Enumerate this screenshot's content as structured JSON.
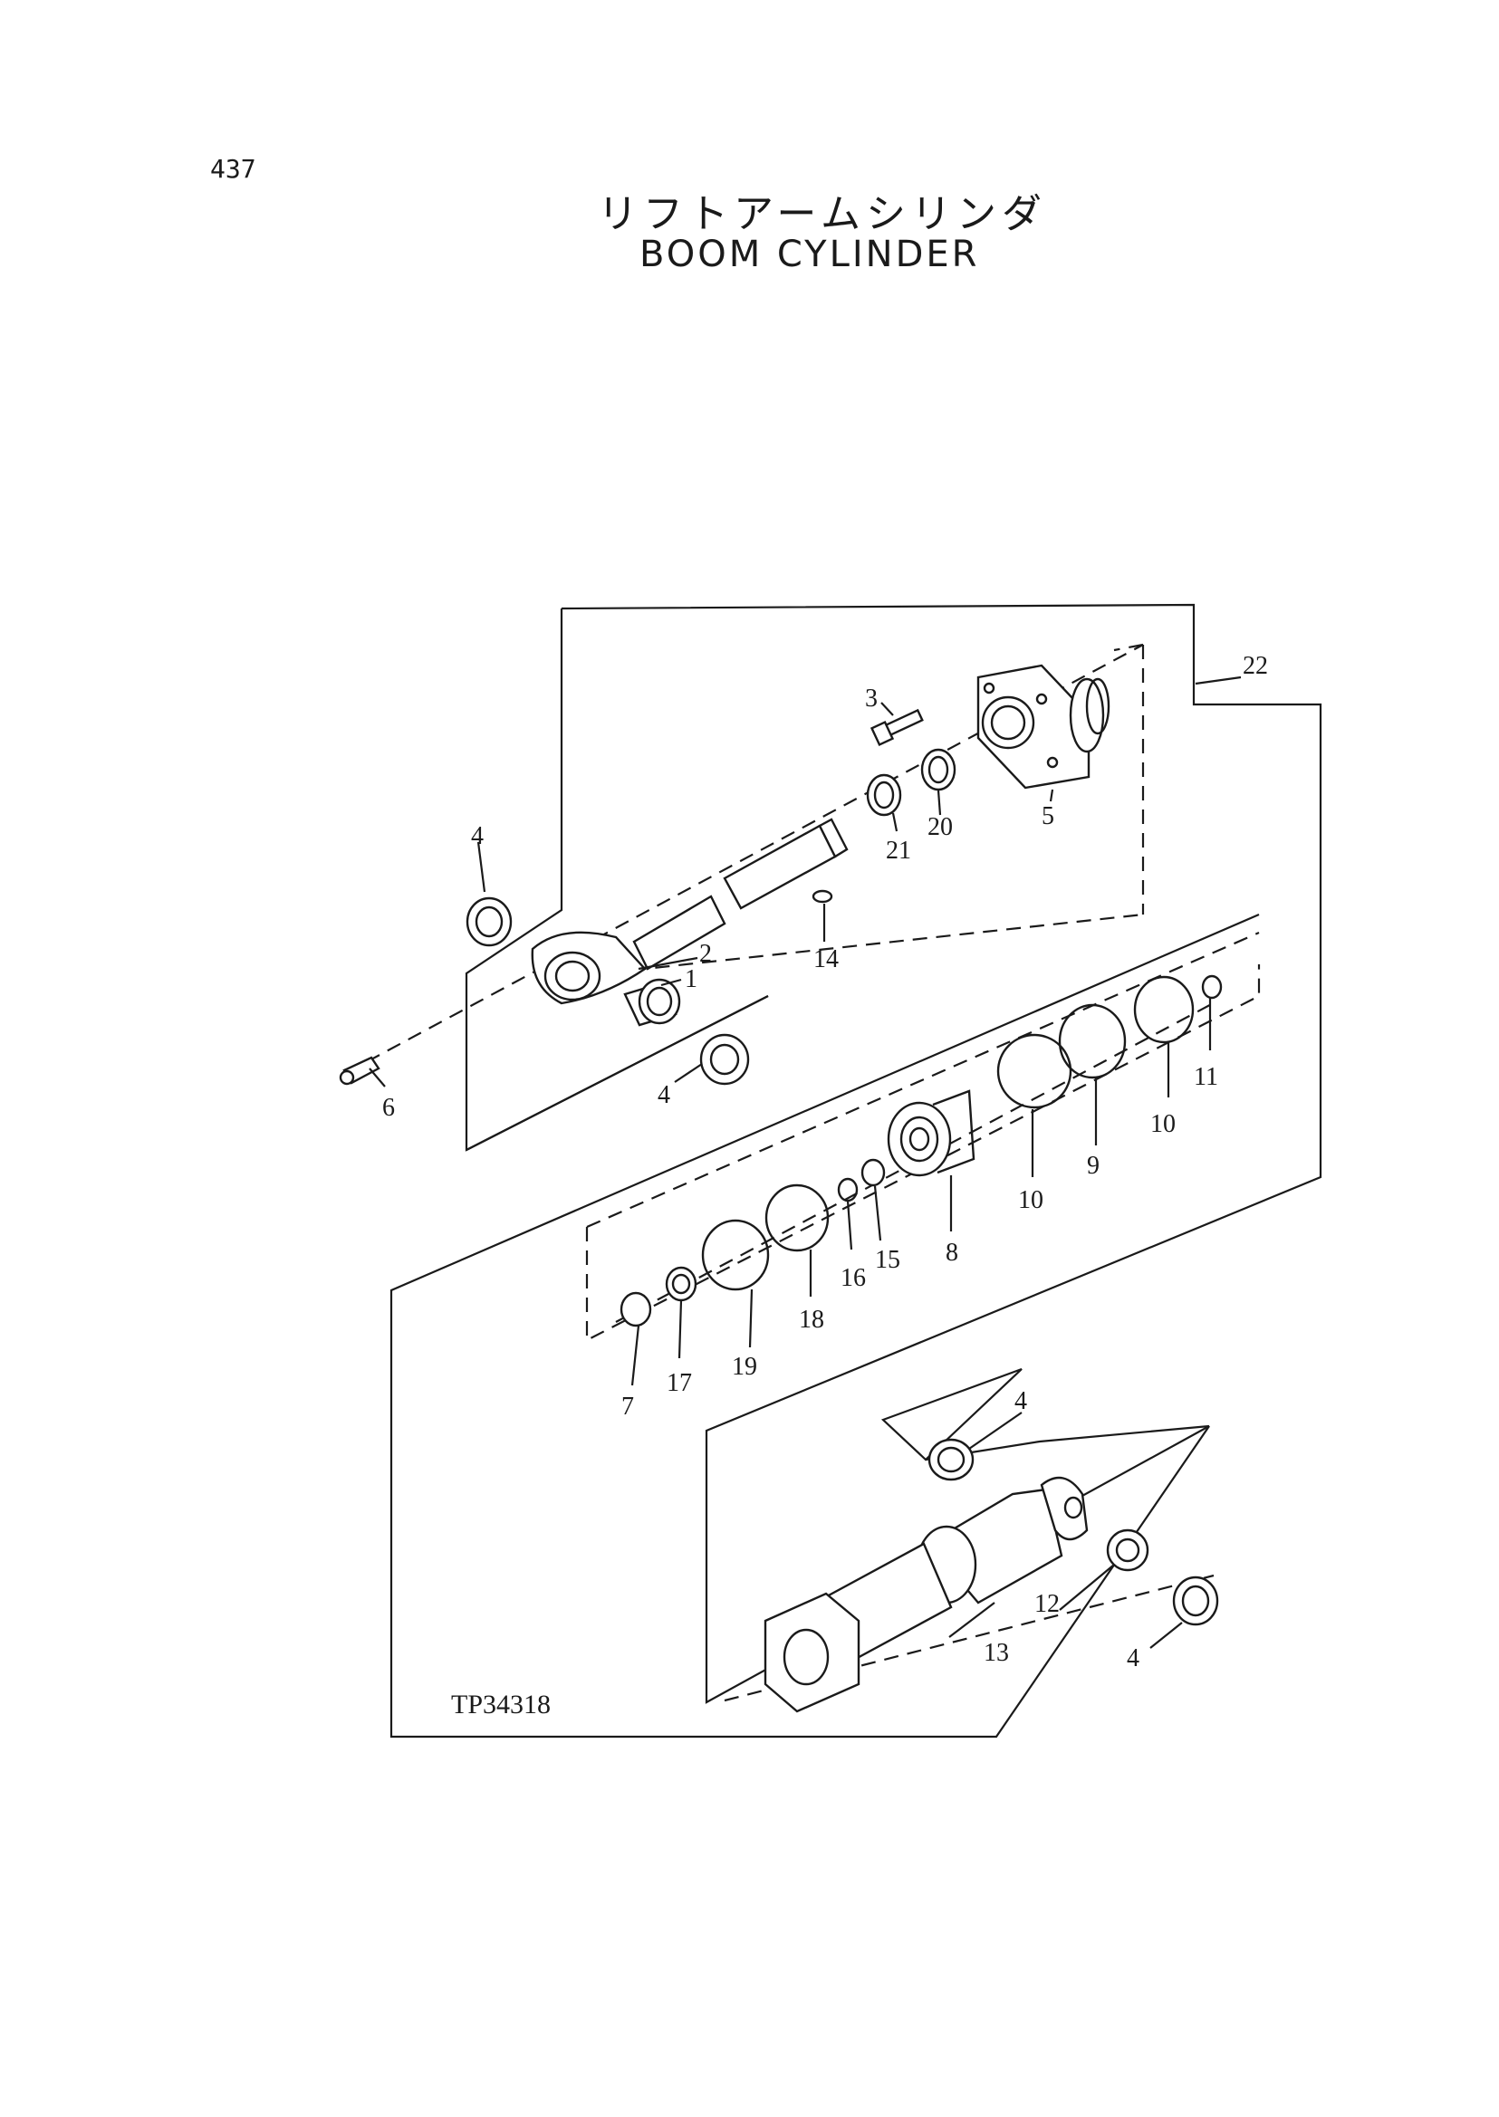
{
  "page_number": "437",
  "title_jp": "リフトアームシリンダ",
  "title_en": "BOOM CYLINDER",
  "drawing_code": "TP34318",
  "callouts": {
    "c1": "1",
    "c2": "2",
    "c3": "3",
    "c4a": "4",
    "c4b": "4",
    "c4c": "4",
    "c4d": "4",
    "c5": "5",
    "c6": "6",
    "c7": "7",
    "c8": "8",
    "c9": "9",
    "c10a": "10",
    "c10b": "10",
    "c11": "11",
    "c12": "12",
    "c13": "13",
    "c14": "14",
    "c15": "15",
    "c16": "16",
    "c17": "17",
    "c18": "18",
    "c19": "19",
    "c20": "20",
    "c21": "21",
    "c22": "22"
  }
}
